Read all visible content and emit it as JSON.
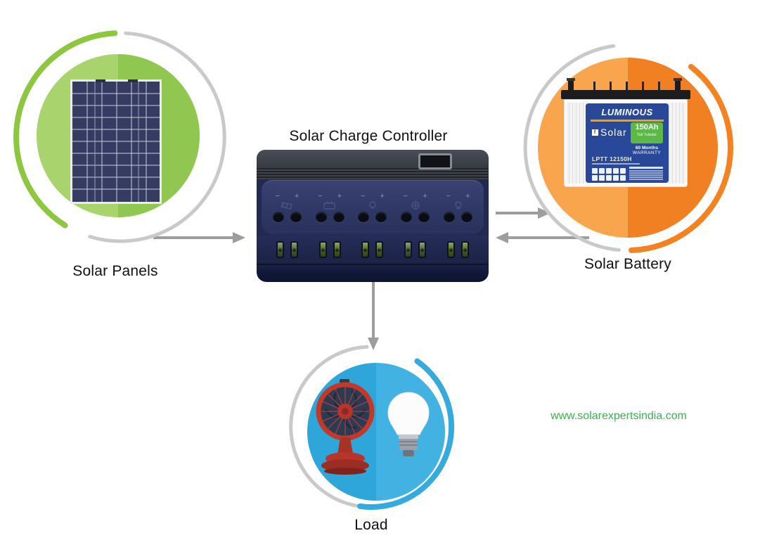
{
  "title": "Solar Charge Controller",
  "nodes": {
    "panels": {
      "label": "Solar Panels"
    },
    "battery": {
      "label": "Solar Battery"
    },
    "load": {
      "label": "Load"
    }
  },
  "controller": {
    "minus": "−",
    "plus": "+",
    "port_icons": [
      "solar-panel-port-icon",
      "battery-port-icon",
      "bulb-port-icon",
      "fan-port-icon",
      "lamp-port-icon"
    ]
  },
  "battery_label": {
    "brand": "LUMINOUS",
    "series": "Solar",
    "series_icon": "f",
    "capacity": "150Ah",
    "capacity_sub": "Tall Tubular",
    "warranty_months": "60 Months",
    "warranty_word": "WARRANTY",
    "model": "LPTT 12150H"
  },
  "website": "www.solarexpertsindia.com",
  "colors": {
    "panel_green_left": "#a9d36c",
    "panel_green_right": "#90c751",
    "green_arc": "#8dc63f",
    "battery_orange_left": "#f9a54d",
    "battery_orange_right": "#f08021",
    "orange_arc": "#f58220",
    "load_blue_left": "#2ea6da",
    "load_blue_right": "#41b2e2",
    "blue_arc": "#35aade",
    "ring_gray": "#c9c9c9",
    "arrow_gray": "#9d9d9d",
    "website_green": "#3cb14f",
    "battery_label_blue": "#2a4899",
    "capacity_badge_green": "#5cb847",
    "controller_navy": "#272e57"
  }
}
